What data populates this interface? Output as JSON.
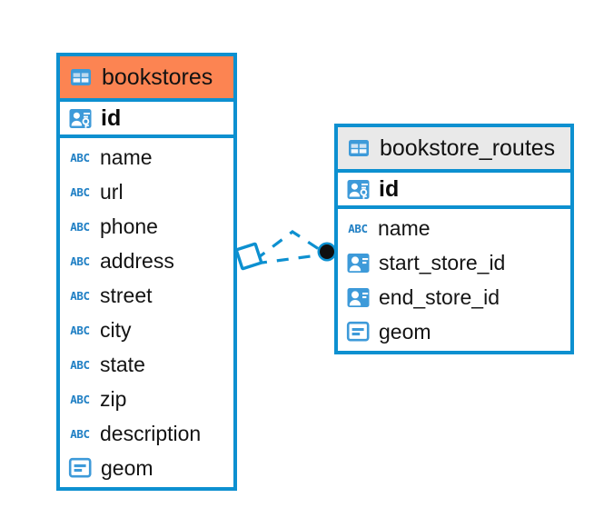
{
  "diagram": {
    "type": "entity-relationship",
    "colors": {
      "border_blue": "#0d90d0",
      "header_accent_orange": "#fc8452",
      "header_neutral_gray": "#e9e9e9",
      "icon_blue": "#3d9ad9",
      "relation_line": "#0d90d0",
      "endpoint_fill": "#101010",
      "background": "#ffffff"
    },
    "entities": [
      {
        "id": "bookstores",
        "name": "bookstores",
        "header_icon": "table-icon",
        "header_style": "accent",
        "primary_key": {
          "name": "id",
          "icon": "primary-key-icon"
        },
        "fields": [
          {
            "name": "name",
            "icon": "text-type-icon"
          },
          {
            "name": "url",
            "icon": "text-type-icon"
          },
          {
            "name": "phone",
            "icon": "text-type-icon"
          },
          {
            "name": "address",
            "icon": "text-type-icon"
          },
          {
            "name": "street",
            "icon": "text-type-icon"
          },
          {
            "name": "city",
            "icon": "text-type-icon"
          },
          {
            "name": "state",
            "icon": "text-type-icon"
          },
          {
            "name": "zip",
            "icon": "text-type-icon"
          },
          {
            "name": "description",
            "icon": "text-type-icon"
          },
          {
            "name": "geom",
            "icon": "geometry-type-icon"
          }
        ]
      },
      {
        "id": "bookstore_routes",
        "name": "bookstore_routes",
        "header_icon": "table-icon",
        "header_style": "neutral",
        "primary_key": {
          "name": "id",
          "icon": "primary-key-icon"
        },
        "fields": [
          {
            "name": "name",
            "icon": "text-type-icon"
          },
          {
            "name": "start_store_id",
            "icon": "foreign-key-icon"
          },
          {
            "name": "end_store_id",
            "icon": "foreign-key-icon"
          },
          {
            "name": "geom",
            "icon": "geometry-type-icon"
          }
        ]
      }
    ],
    "relationships": [
      {
        "from": "bookstore_routes.start_store_id",
        "to": "bookstores.id",
        "style": "dashed"
      },
      {
        "from": "bookstore_routes.end_store_id",
        "to": "bookstores.id",
        "style": "dashed"
      }
    ],
    "icon_labels": {
      "text_type": "ABC"
    }
  }
}
